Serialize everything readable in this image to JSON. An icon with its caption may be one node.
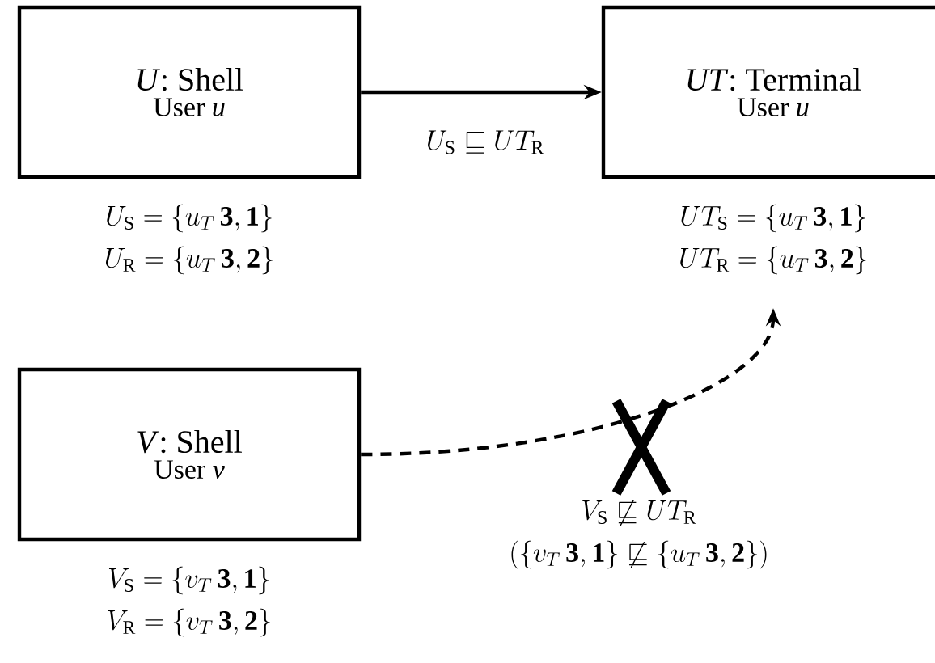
{
  "diagram": {
    "nodes": [
      {
        "text": [
          "*U*: Shell",
          "User *u*"
        ],
        "beside": [
          "U_\\mathrm{S} = \\{u_T\\,\\mathbf{3},\\mathbf{1}\\}",
          "U_\\mathrm{R} = \\{u_T\\,\\mathbf{3},\\mathbf{2}\\}"
        ]
      },
      {
        "text": [
          "*UT*: Terminal",
          "User *u*"
        ],
        "beside": [
          "UT_\\mathrm{S} = \\{u_T\\,\\mathbf{3},\\mathbf{1}\\}",
          "UT_\\mathrm{R} = \\{u_T\\,\\mathbf{3},\\mathbf{2}\\}"
        ]
      },
      {
        "text": [
          "*V*: Shell",
          "User *v*"
        ],
        "beside": [
          "V_\\mathrm{S} = \\{v_T\\,\\mathbf{3},\\mathbf{1}\\}",
          "V_\\mathrm{R} = \\{v_T\\,\\mathbf{3},\\mathbf{2}\\}"
        ]
      }
    ],
    "edges": [
      {
        "from": 0,
        "to": 1,
        "arrow": "to",
        "label": "U_\\mathrm{S} \\sqsubseteq UT_\\mathrm{R}"
      },
      {
        "from": 2,
        "to": 1,
        "arrow": "to",
        "style": "dashed",
        "label": "V_\\mathrm{S} \\not\\sqsubseteq UT_\\mathrm{R}"
      }
    ],
    "labels": [
      "(\\{v_T\\,\\mathbf{3},\\mathbf{1}\\} \\not\\sqsubseteq \\{u_T\\,\\mathbf{3},\\mathbf{2}\\})"
    ]
  }
}
